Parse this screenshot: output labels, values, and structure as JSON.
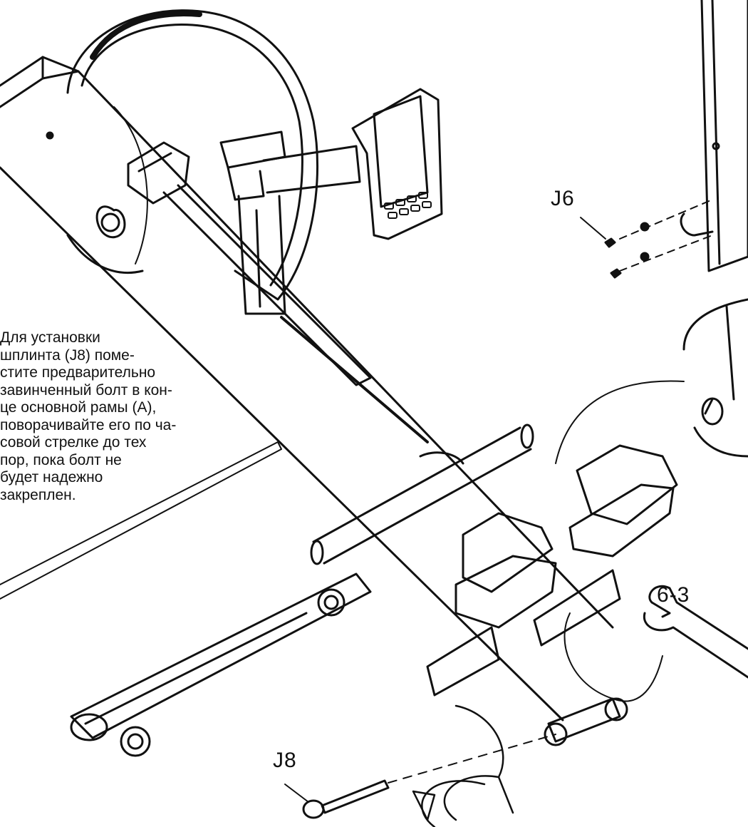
{
  "instruction": {
    "lines": [
      "Для установки",
      "шплинта (J8) поме-",
      "стите предварительно",
      "завинченный болт в кон-",
      "це основной рамы (A),",
      "поворачивайте его по ча-",
      "совой стрелке до тех",
      "пор, пока болт не",
      "будет надежно",
      "закреплен."
    ]
  },
  "labels": {
    "j6": "J6",
    "j8": "J8",
    "step": "6-3"
  }
}
